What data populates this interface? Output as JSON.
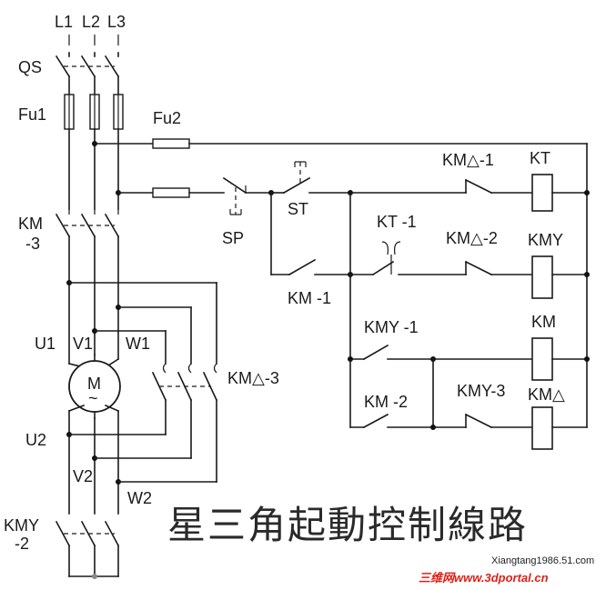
{
  "title": "星三角起動控制線路",
  "watermark": {
    "site_primary": "Xiangtang1986.51.com",
    "site_secondary": "三维网www.3dportal.cn"
  },
  "labels": {
    "l1": "L1",
    "l2": "L2",
    "l3": "L3",
    "qs": "QS",
    "fu1": "Fu1",
    "fu2": "Fu2",
    "km3_a": "KM",
    "km3_b": "-3",
    "u1": "U1",
    "v1": "V1",
    "w1": "W1",
    "motor": "M",
    "motor_sub": "~",
    "u2": "U2",
    "v2": "V2",
    "w2": "W2",
    "kmy2_a": "KMY",
    "kmy2_b": "-2",
    "kmd3": "KM△-3",
    "sp": "SP",
    "st": "ST",
    "km1": "KM -1",
    "kt1": "KT -1",
    "kmd1": "KM△-1",
    "kmd2": "KM△-2",
    "kt": "KT",
    "kmy": "KMY",
    "kmy1": "KMY -1",
    "km": "KM",
    "km2": "KM -2",
    "kmy3": "KMY-3",
    "kmd": "KM△"
  }
}
